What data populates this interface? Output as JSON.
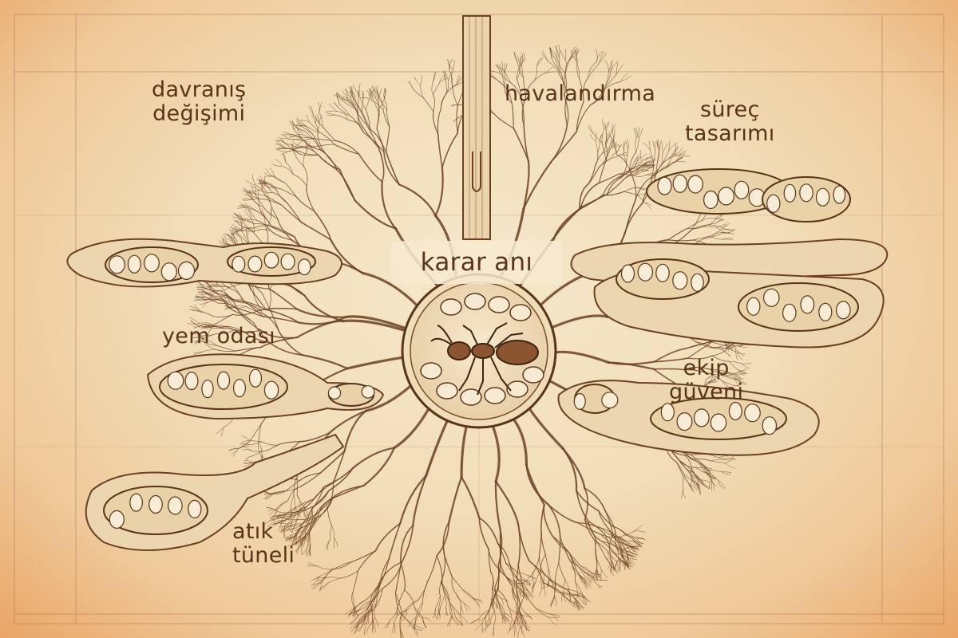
{
  "labels": {
    "davranis": {
      "line1": "davranış",
      "line2": "değişimi"
    },
    "havalandirma": "havalandırma",
    "surec": {
      "line1": "süreç",
      "line2": "tasarımı"
    },
    "karar": "karar anı",
    "yem": "yem odası",
    "ekip": {
      "line1": "ekip",
      "line2": "güveni"
    },
    "atik": {
      "line1": "atık",
      "line2": "tüneli"
    }
  },
  "colors": {
    "ink": "#5a3418",
    "parchment": "#f3e2c4",
    "edge_glow": "#e9a565"
  }
}
